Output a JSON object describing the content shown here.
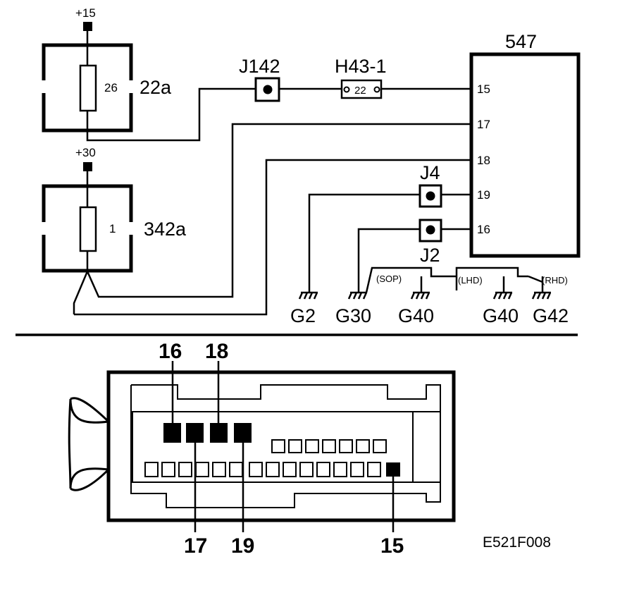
{
  "supplies": {
    "plus15": "+15",
    "plus30": "+30"
  },
  "fuses": [
    {
      "number": "26",
      "label": "22a"
    },
    {
      "number": "1",
      "label": "342a"
    }
  ],
  "connectors": {
    "j142": "J142",
    "h43": "H43-1",
    "h43_pin": "22",
    "j4": "J4",
    "j2": "J2"
  },
  "module": {
    "label": "547",
    "pins": [
      "15",
      "17",
      "18",
      "19",
      "16"
    ]
  },
  "grounds": [
    "G2",
    "G30",
    "G40",
    "G40",
    "G42"
  ],
  "variants": [
    "(SOP)",
    "(LHD)",
    "(RHD)"
  ],
  "connector_pins": {
    "top": [
      "16",
      "18"
    ],
    "bottom": [
      "17",
      "19",
      "15"
    ]
  },
  "figure_id": "E521F008"
}
